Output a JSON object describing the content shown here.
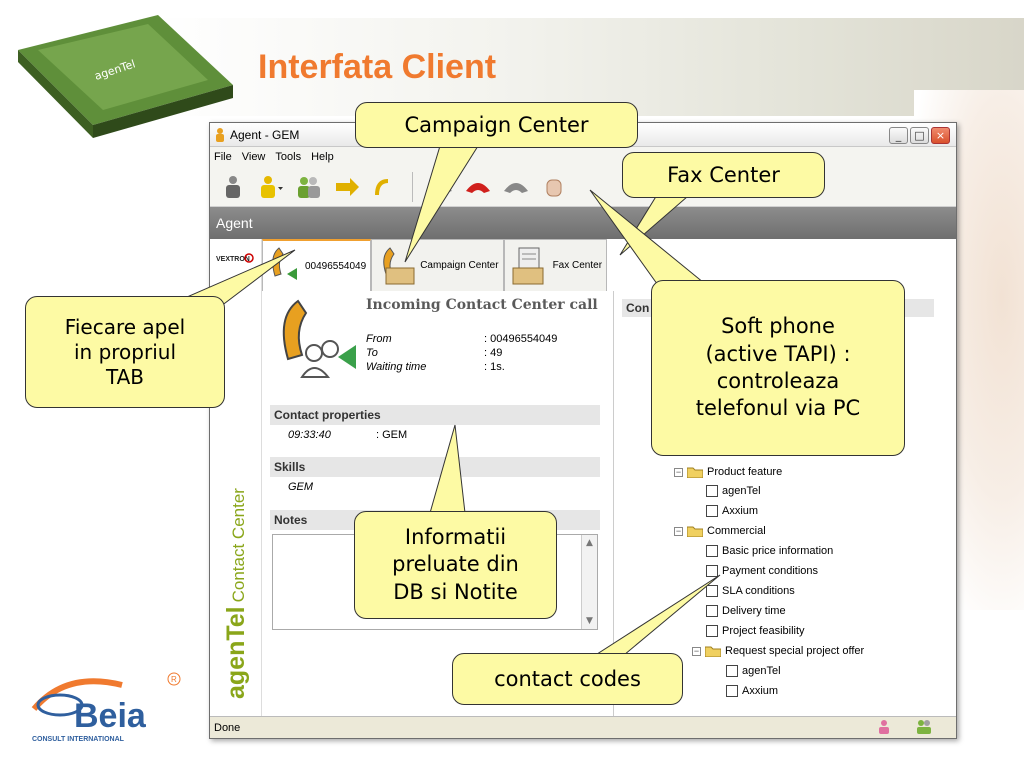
{
  "slide": {
    "title": "Interfata Client"
  },
  "book": {
    "cover_text": "agenTel"
  },
  "window": {
    "title": "Agent - GEM",
    "controls": [
      "_",
      "□",
      "×"
    ],
    "menu": [
      "File",
      "View",
      "Tools",
      "Help"
    ],
    "agent_bar": "Agent",
    "status": "Done"
  },
  "sidebar": {
    "logo": "VEXTRON",
    "brand": "agenTel",
    "product": "Contact Center"
  },
  "tabs": [
    {
      "label": "00496554049",
      "icon": "incoming-call-icon"
    },
    {
      "label": "Campaign Center",
      "icon": "campaign-folder-icon"
    },
    {
      "label": "Fax Center",
      "icon": "fax-folder-icon"
    }
  ],
  "call": {
    "title": "Incoming Contact Center call",
    "fields": [
      {
        "label": "From",
        "value": ": 00496554049"
      },
      {
        "label": "To",
        "value": ": 49"
      },
      {
        "label": "Waiting time",
        "value": ": 1s."
      }
    ]
  },
  "contact_properties": {
    "header": "Contact properties",
    "time": "09:33:40",
    "value": ": GEM"
  },
  "skills": {
    "header": "Skills",
    "value": "GEM"
  },
  "notes": {
    "header": "Notes",
    "value": ""
  },
  "tree": {
    "header": "Con",
    "groups": [
      {
        "label": "Product feature",
        "items": [
          "agenTel",
          "Axxium"
        ]
      },
      {
        "label": "Commercial",
        "items": [
          "Basic price information",
          "Payment conditions",
          "SLA conditions",
          "Delivery time",
          "Project feasibility"
        ]
      },
      {
        "label": "Request special project offer",
        "items": [
          "agenTel",
          "Axxium"
        ]
      }
    ]
  },
  "callouts": {
    "campaign": "Campaign Center",
    "fax": "Fax Center",
    "tab_line1": "Fiecare apel",
    "tab_line2": "in propriul",
    "tab_line3": "TAB",
    "phone_line1": "Soft phone",
    "phone_line2": "(active TAPI) :",
    "phone_line3": "controleaza",
    "phone_line4": "telefonul via PC",
    "db_line1": "Informatii",
    "db_line2": "preluate din",
    "db_line3": "DB si Notite",
    "codes": "contact codes"
  },
  "footer_logo": {
    "name": "Beia",
    "tagline": "CONSULT INTERNATIONAL",
    "mark": "R"
  },
  "colors": {
    "title": "#f07a2f",
    "callout_fill": "#fdfaa4",
    "brand_green": "#8aa61a",
    "beia_blue": "#2f5f9e"
  }
}
